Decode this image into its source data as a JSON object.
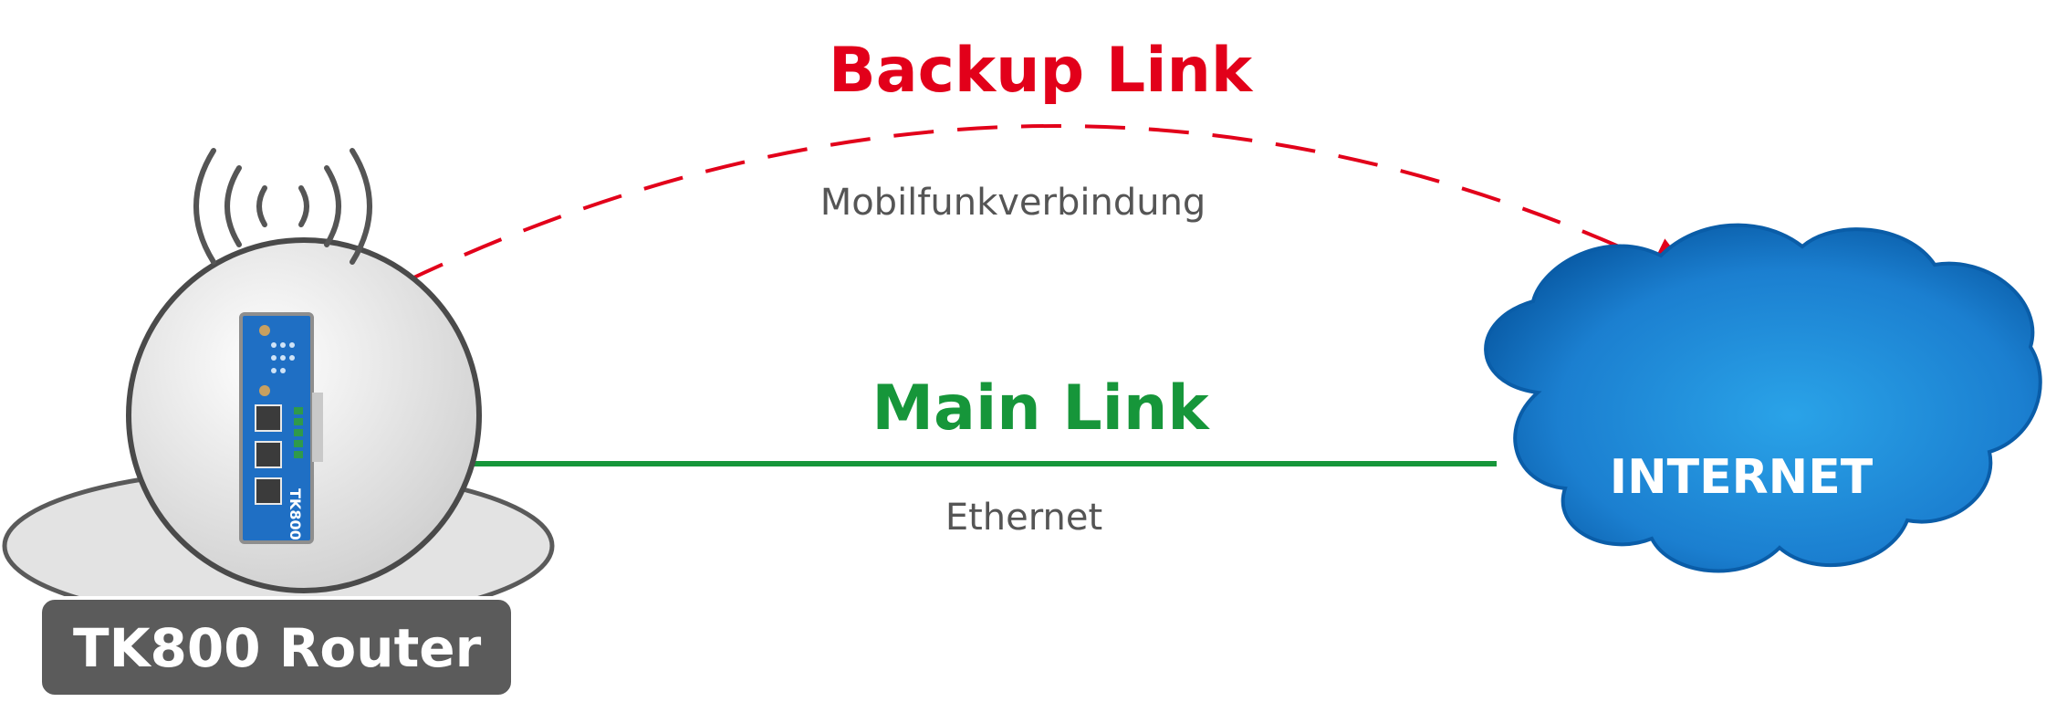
{
  "backup_link": {
    "title": "Backup Link",
    "subtitle": "Mobilfunkverbindung",
    "color": "#e2001a"
  },
  "main_link": {
    "title": "Main Link",
    "subtitle": "Ethernet",
    "color": "#16963a"
  },
  "cloud": {
    "label": "INTERNET",
    "color_light": "#2aa3e8",
    "color_dark": "#0a5da8"
  },
  "router": {
    "label": "TK800 Router",
    "device_text": "TK800",
    "device_color": "#1f6fc4"
  },
  "icons": {
    "signal": "wireless-signal-icon",
    "cloud": "cloud-icon"
  }
}
